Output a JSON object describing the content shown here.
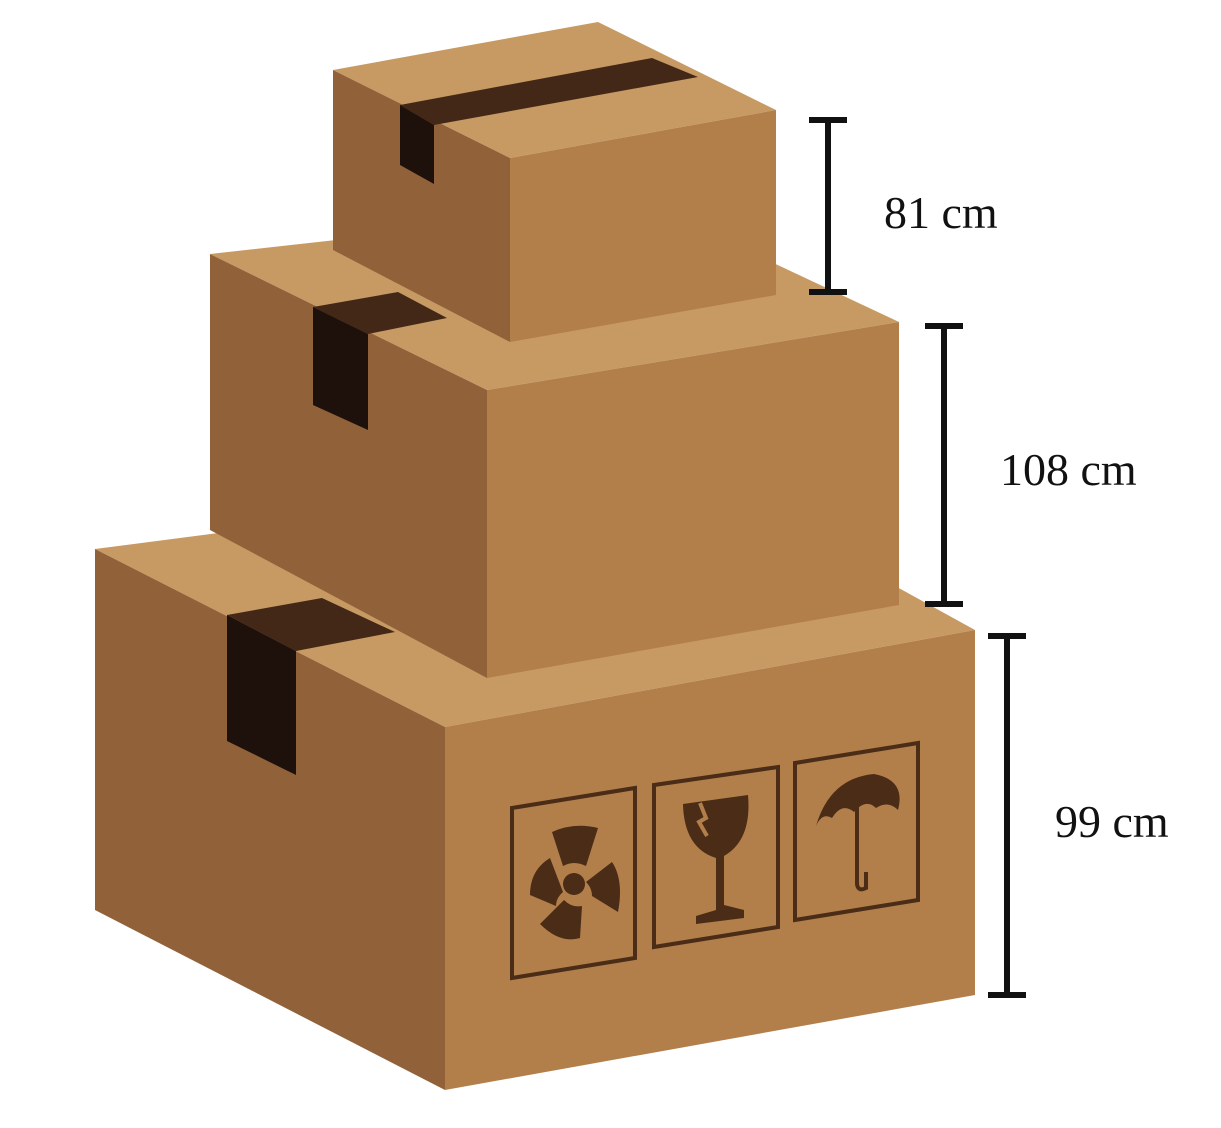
{
  "colors": {
    "box_top": "#c89a63",
    "box_front": "#b27f4b",
    "box_side": "#916239",
    "tape_top": "#432818",
    "tape_front": "#1e110b",
    "symbol": "#4a2c17",
    "dimension_line": "#111111"
  },
  "boxes": [
    {
      "position": "top",
      "height_label": "81 cm"
    },
    {
      "position": "middle",
      "height_label": "108 cm"
    },
    {
      "position": "bottom",
      "height_label": "99 cm"
    }
  ],
  "handling_symbols": [
    {
      "icon": "radiation-icon"
    },
    {
      "icon": "fragile-glass-icon"
    },
    {
      "icon": "umbrella-keep-dry-icon"
    }
  ]
}
